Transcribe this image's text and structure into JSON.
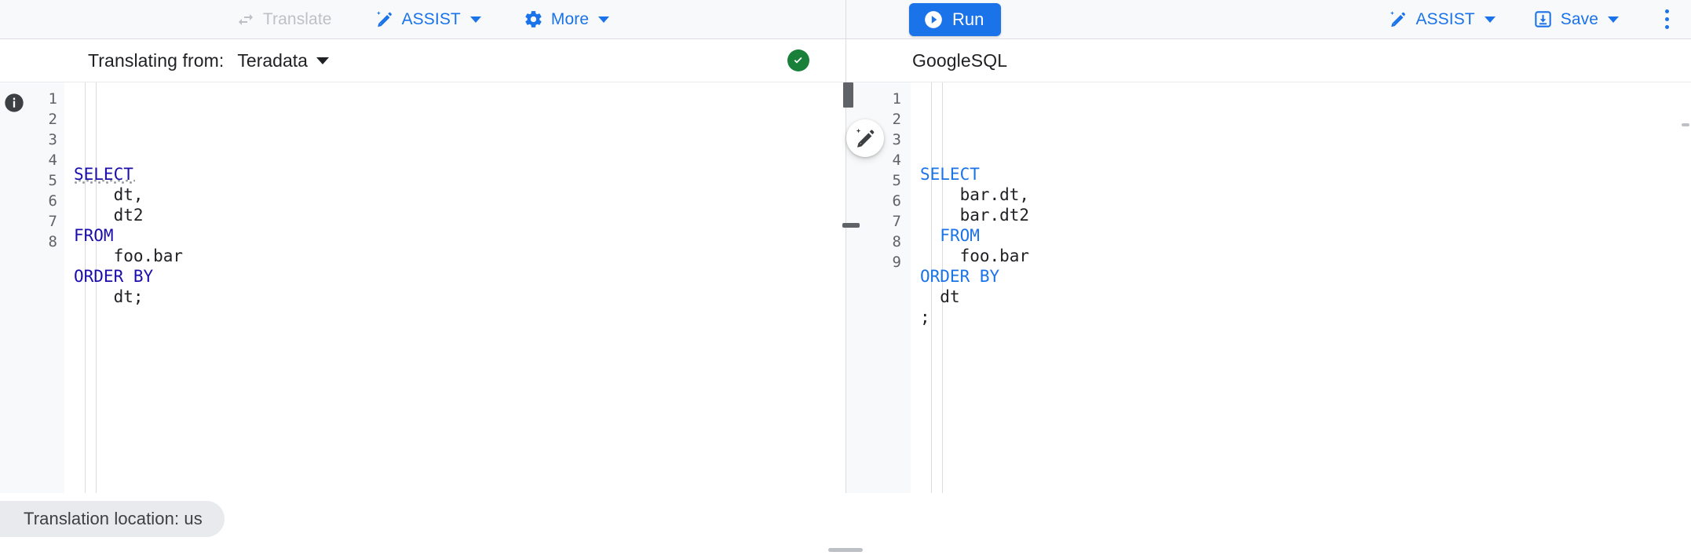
{
  "toolbar": {
    "left": {
      "translate_label": "Translate",
      "translate_icon": "swap-horizontal-icon",
      "translate_disabled": true,
      "assist_label": "ASSIST",
      "assist_icon": "magic-pencil-icon",
      "more_label": "More",
      "more_icon": "gear-icon"
    },
    "right": {
      "run_label": "Run",
      "run_icon": "play-circle-icon",
      "assist_label": "ASSIST",
      "assist_icon": "magic-pencil-icon",
      "save_label": "Save",
      "save_icon": "save-download-icon",
      "overflow_icon": "kebab-menu-icon"
    }
  },
  "source_panel": {
    "header_label": "Translating from:",
    "dialect": "Teradata",
    "status_icon": "check-circle-icon",
    "status_color": "#188038",
    "info_icon": "info-icon",
    "gutter": [
      "1",
      "2",
      "3",
      "4",
      "5",
      "6",
      "7",
      "8"
    ],
    "lines": [
      {
        "indent": 0,
        "tokens": [
          {
            "t": "SELECT",
            "k": true
          }
        ],
        "squiggle": true
      },
      {
        "indent": 2,
        "tokens": [
          {
            "t": "dt,",
            "k": false
          }
        ]
      },
      {
        "indent": 2,
        "tokens": [
          {
            "t": "dt2",
            "k": false
          }
        ]
      },
      {
        "indent": 0,
        "tokens": [
          {
            "t": "FROM",
            "k": true
          }
        ]
      },
      {
        "indent": 2,
        "tokens": [
          {
            "t": "foo.bar",
            "k": false
          }
        ]
      },
      {
        "indent": 0,
        "tokens": [
          {
            "t": "ORDER BY",
            "k": true
          }
        ]
      },
      {
        "indent": 2,
        "tokens": [
          {
            "t": "dt;",
            "k": false
          }
        ]
      },
      {
        "indent": 0,
        "tokens": []
      }
    ]
  },
  "target_panel": {
    "dialect": "GoogleSQL",
    "gutter": [
      "1",
      "2",
      "3",
      "4",
      "5",
      "6",
      "7",
      "8",
      "9"
    ],
    "lines": [
      {
        "indent": 0,
        "tokens": [
          {
            "t": "SELECT",
            "k": true
          }
        ]
      },
      {
        "indent": 2,
        "tokens": [
          {
            "t": "bar.dt,",
            "k": false
          }
        ]
      },
      {
        "indent": 2,
        "tokens": [
          {
            "t": "bar.dt2",
            "k": false
          }
        ]
      },
      {
        "indent": 1,
        "tokens": [
          {
            "t": "FROM",
            "k": true
          }
        ]
      },
      {
        "indent": 2,
        "tokens": [
          {
            "t": "foo.bar",
            "k": false
          }
        ]
      },
      {
        "indent": 0,
        "tokens": [
          {
            "t": "ORDER BY",
            "k": true
          }
        ]
      },
      {
        "indent": 1,
        "tokens": [
          {
            "t": "dt",
            "k": false
          }
        ]
      },
      {
        "indent": 0,
        "tokens": [
          {
            "t": ";",
            "k": false
          }
        ]
      },
      {
        "indent": 0,
        "tokens": []
      }
    ]
  },
  "splitter": {
    "fab_icon": "magic-pencil-icon",
    "top_handle": "drag-handle",
    "bottom_handle": "drag-handle"
  },
  "status_bar": {
    "location_text": "Translation location: us"
  },
  "colors": {
    "accent": "#1a73e8",
    "keyword_source": "#1a0dab",
    "keyword_target": "#1a73e8",
    "success": "#188038",
    "disabled": "#bdc1c6",
    "chip_bg": "#e8eaed"
  }
}
